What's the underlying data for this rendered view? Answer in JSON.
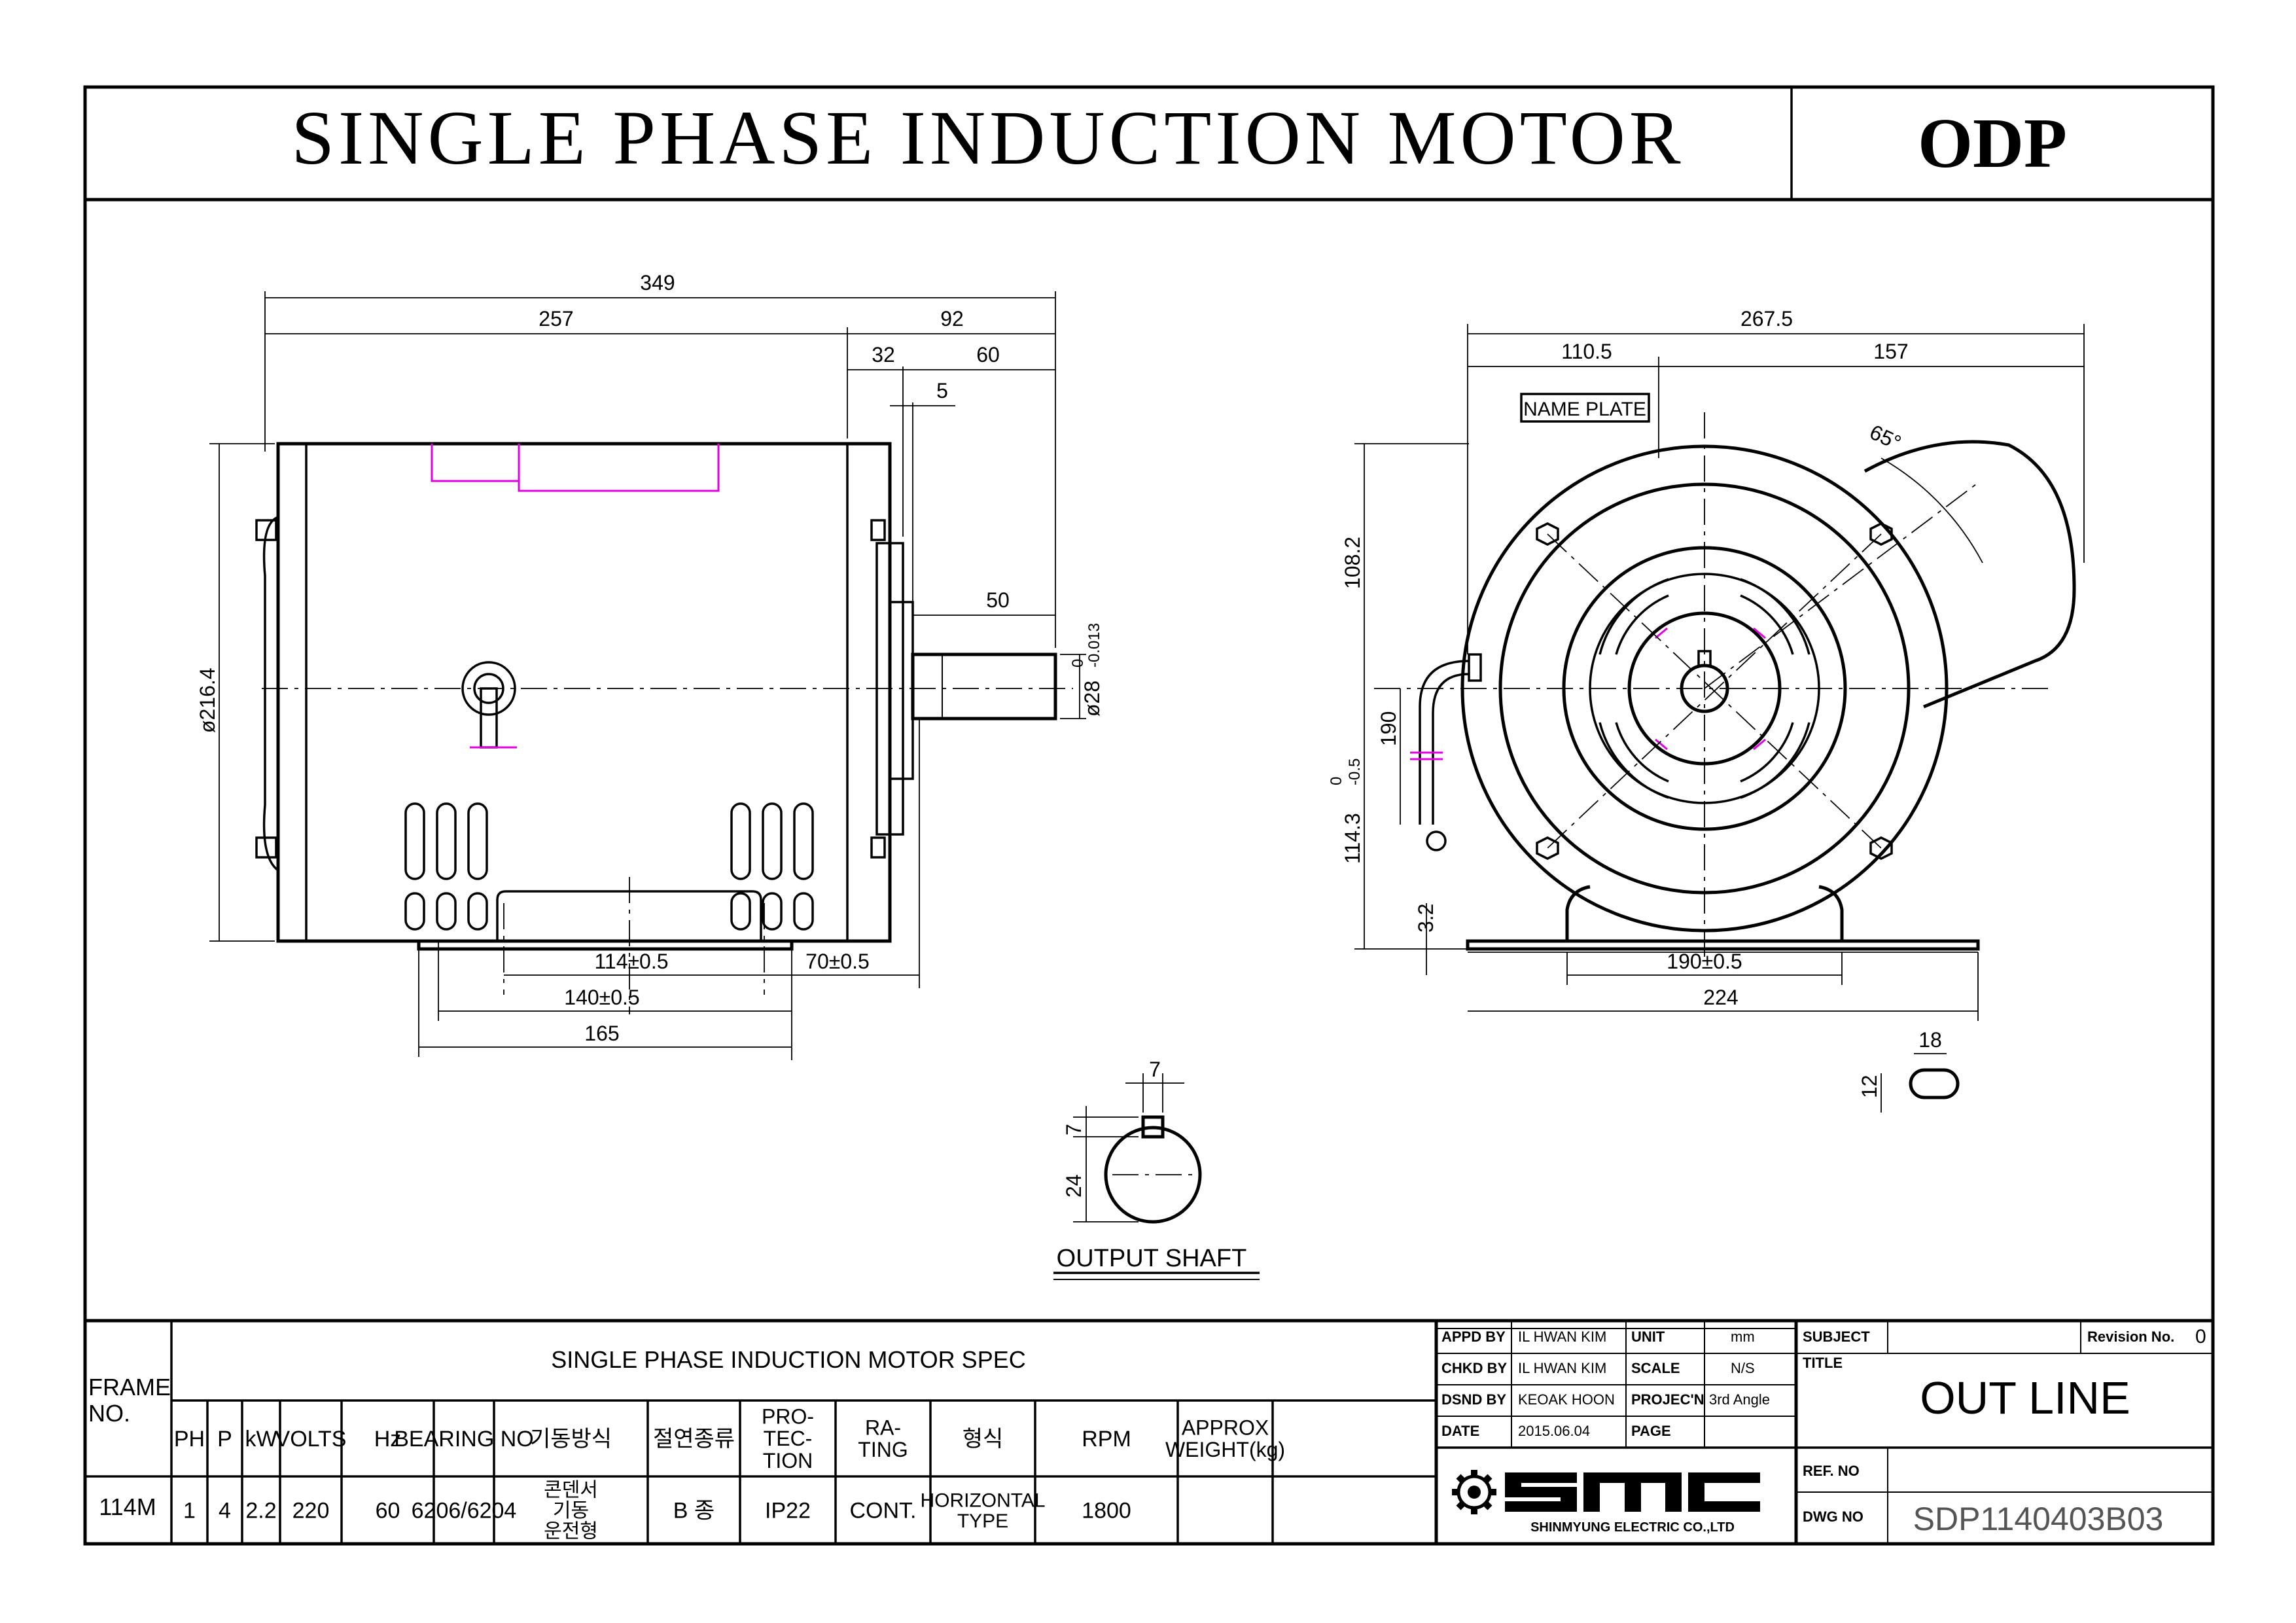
{
  "header": {
    "title": "SINGLE PHASE  INDUCTION MOTOR",
    "enclosure": "ODP"
  },
  "side_view": {
    "dims": {
      "overall_length": "349",
      "body_length": "257",
      "shaft_section": "92",
      "d32": "32",
      "d60": "60",
      "d5": "5",
      "shaft_length": "50",
      "shaft_dia": "ø28",
      "shaft_tol_upper": "0",
      "shaft_tol_lower": "-0.013",
      "body_dia": "ø216.4",
      "foot_114": "114±0.5",
      "foot_70": "70±0.5",
      "foot_140": "140±0.5",
      "foot_165": "165"
    }
  },
  "front_view": {
    "name_plate": "NAME PLATE",
    "dims": {
      "overall_width": "267.5",
      "left_width": "110.5",
      "right_width": "157",
      "angle": "65°",
      "top_height": "108.2",
      "cable_height": "190",
      "shaft_height": "114.3",
      "shaft_height_tol_upper": "0",
      "shaft_height_tol_lower": "-0.5",
      "foot_thickness": "3.2",
      "foot_190": "190±0.5",
      "foot_224": "224",
      "slot_18": "18",
      "slot_12": "12"
    }
  },
  "output_shaft": {
    "label": "OUTPUT SHAFT",
    "key_width": "7",
    "key_height": "7",
    "dim_24": "24"
  },
  "spec_table": {
    "frame_header": "FRAME\nNO.",
    "title": "SINGLE PHASE INDUCTION MOTOR SPEC",
    "headers": [
      "PH",
      "P",
      "kW",
      "VOLTS",
      "Hz",
      "BEARING NO",
      "기동방식",
      "절연종류",
      "PRO-\nTEC-\nTION",
      "RA-\nTING",
      "형식",
      "RPM",
      "APPROX\nWEIGHT(kg)"
    ],
    "frame": "114M",
    "values": [
      "1",
      "4",
      "2.2",
      "220",
      "60",
      "6206/6204",
      "콘덴서\n기동\n운전형",
      "B 종",
      "IP22",
      "CONT.",
      "HORIZONTAL\nTYPE",
      "1800",
      ""
    ]
  },
  "title_block": {
    "appd_by_label": "APPD BY",
    "appd_by": "IL HWAN KIM",
    "chkd_by_label": "CHKD BY",
    "chkd_by": "IL HWAN KIM",
    "dsnd_by_label": "DSND BY",
    "dsnd_by": "KEOAK HOON",
    "date_label": "DATE",
    "date": "2015.06.04",
    "unit_label": "UNIT",
    "unit": "mm",
    "scale_label": "SCALE",
    "scale": "N/S",
    "projection_label": "PROJEC'N",
    "projection": "3rd Angle",
    "page_label": "PAGE",
    "page": "",
    "company": "SHINMYUNG ELECTRIC CO.,LTD",
    "subject_label": "SUBJECT",
    "subject": "",
    "revision_label": "Revision No.",
    "revision": "0",
    "title_label": "TITLE",
    "title": "OUT LINE",
    "ref_no_label": "REF. NO",
    "ref_no": "",
    "dwg_no_label": "DWG NO",
    "dwg_no": "SDP1140403B03"
  }
}
